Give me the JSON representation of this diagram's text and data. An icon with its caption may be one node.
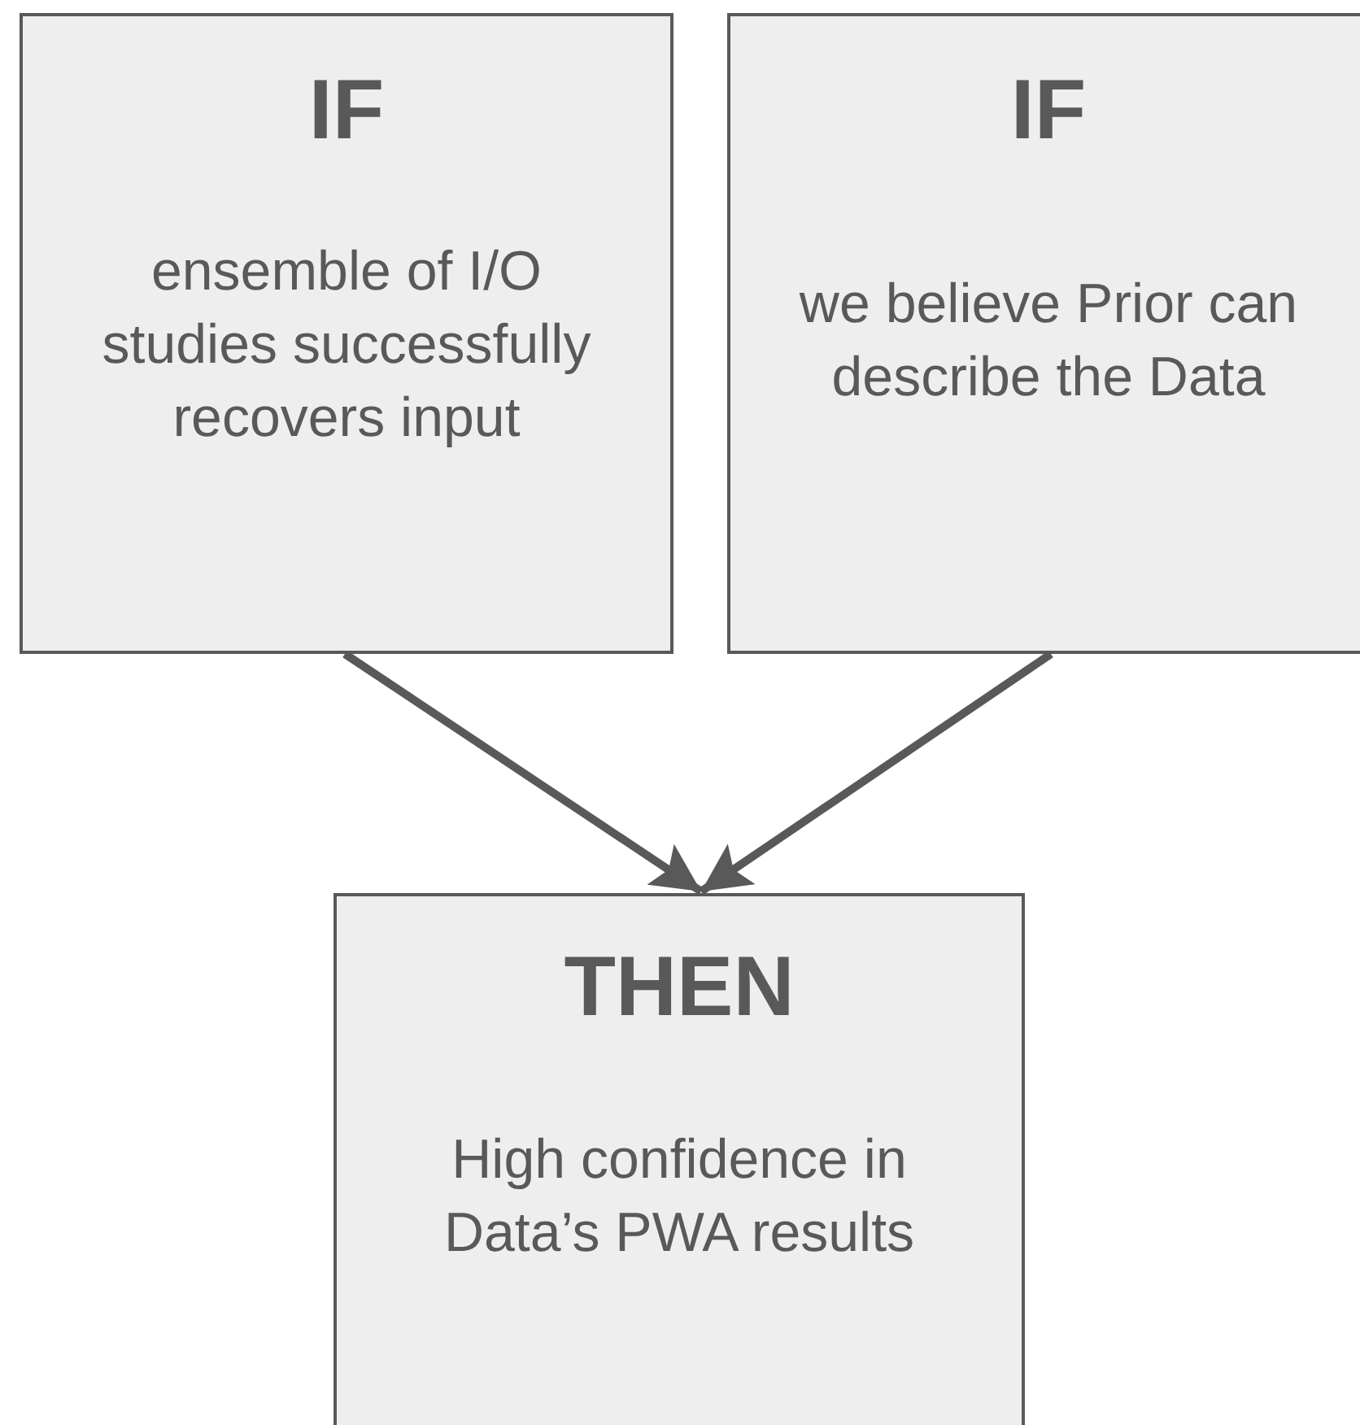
{
  "diagram": {
    "nodes": [
      {
        "text": [
          "IF",
          "ensemble of I/O studies successfully recovers input"
        ]
      },
      {
        "text": [
          "IF",
          "we believe Prior can describe the Data"
        ]
      },
      {
        "text": [
          "THEN",
          "High confidence in Data’s PWA results"
        ]
      }
    ],
    "edges": [
      {
        "from": 0,
        "to": 2,
        "arrow": "to"
      },
      {
        "from": 1,
        "to": 2,
        "arrow": "to"
      }
    ]
  }
}
